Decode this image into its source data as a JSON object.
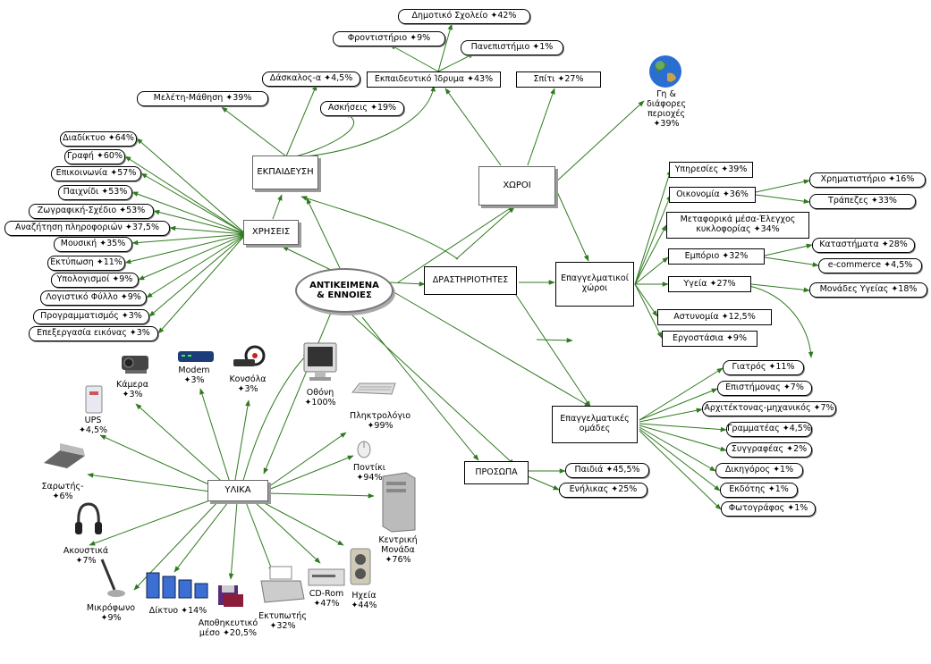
{
  "center": {
    "line1": "ΑΝΤΙΚΕΙΜΕΝΑ",
    "line2": "& ΕΝΝΟΙΕΣ"
  },
  "hubs": {
    "ekpaideusi": "ΕΚΠΑΙΔΕΥΣΗ",
    "xriseis": "ΧΡΗΣΕΙΣ",
    "xoroi": "ΧΩΡΟΙ",
    "drastiriotites": "ΔΡΑΣΤΗΡΙΟΤΗΤΕΣ",
    "ylika": "ΥΛΙΚΑ",
    "prosopa": "ΠΡΟΣΩΠΑ",
    "epag_xoroi_1": "Επαγγελματικοί",
    "epag_xoroi_2": "χώροι",
    "epag_omades_1": "Επαγγελματικές",
    "epag_omades_2": "ομάδες"
  },
  "education": {
    "dimotiko": "Δημοτικό Σχολείο ✦42%",
    "frontistirio": "Φροντιστήριο ✦9%",
    "panepistimio": "Πανεπιστήμιο ✦1%",
    "daskalos": "Δάσκαλος-α ✦4,5%",
    "idryma": "Εκπαιδευτικό Ίδρυμα ✦43%",
    "spiti": "Σπίτι ✦27%",
    "meleti": "Μελέτη-Μάθηση ✦39%",
    "askiseis": "Ασκήσεις ✦19%"
  },
  "globe": {
    "line1": "Γη &",
    "line2": "διάφορες",
    "line3": "περιοχές",
    "line4": "✦39%"
  },
  "uses": [
    "Διαδίκτυο ✦64%",
    "Γραφή ✦60%",
    "Επικοινωνία ✦57%",
    "Παιχνίδι ✦53%",
    "Ζωγραφική-Σχέδιο ✦53%",
    "Αναζήτηση πληροφοριών ✦37,5%",
    "Μουσική ✦35%",
    "Εκτύπωση ✦11%",
    "Υπολογισμοί ✦9%",
    "Λογιστικό Φύλλο ✦9%",
    "Προγραμματισμός ✦3%",
    "Επεξεργασία εικόνας ✦3%"
  ],
  "places": {
    "ypiresies": "Υπηρεσίες ✦39%",
    "oikonomia": "Οικονομία ✦36%",
    "xrimatistirio": "Χρηματιστήριο ✦16%",
    "trapezes": "Τράπεζες ✦33%",
    "metaforika_1": "Μεταφορικά μέσα-Έλεγχος",
    "metaforika_2": "κυκλοφορίας ✦34%",
    "emporio": "Εμπόριο ✦32%",
    "katastimata": "Καταστήματα ✦28%",
    "ecommerce": "e-commerce ✦4,5%",
    "ygeia": "Υγεία ✦27%",
    "monades": "Μονάδες Υγείας ✦18%",
    "astynomia": "Αστυνομία ✦12,5%",
    "ergostasia": "Εργοστάσια ✦9%"
  },
  "professions": [
    "Γιατρός ✦11%",
    "Επιστήμονας ✦7%",
    "Αρχιτέκτονας-μηχανικός ✦7%",
    "Γραμματέας ✦4,5%",
    "Συγγραφέας ✦2%",
    "Δικηγόρος ✦1%",
    "Εκδότης ✦1%",
    "Φωτογράφος ✦1%"
  ],
  "persons": {
    "paidia": "Παιδιά ✦45,5%",
    "enilikas": "Ενήλικας ✦25%"
  },
  "materials": {
    "kamera": {
      "a": "Κάμερα",
      "b": "✦3%"
    },
    "modem": {
      "a": "Modem",
      "b": "✦3%"
    },
    "konsola": {
      "a": "Κονσόλα",
      "b": "✦3%"
    },
    "othoni": {
      "a": "Οθόνη",
      "b": "✦100%"
    },
    "plikt": {
      "a": "Πληκτρολόγιο",
      "b": "✦99%"
    },
    "pontiki": {
      "a": "Ποντίκι",
      "b": "✦94%"
    },
    "kentriki": {
      "a": "Κεντρική",
      "b": "Μονάδα",
      "c": "✦76%"
    },
    "ups": {
      "a": "UPS",
      "b": "✦4,5%"
    },
    "sarotis": {
      "a": "Σαρωτής-",
      "b": "✦6%"
    },
    "akoustika": {
      "a": "Ακουστικά",
      "b": "✦7%"
    },
    "mikrofono": {
      "a": "Μικρόφωνο",
      "b": "✦9%"
    },
    "diktyo": "Δίκτυο ✦14%",
    "apothikeutiko": {
      "a": "Αποθηκευτικό",
      "b": "μέσο ✦20,5%"
    },
    "ektypotis": {
      "a": "Εκτυπωτής",
      "b": "✦32%"
    },
    "cdrom": {
      "a": "CD-Rom",
      "b": "✦47%"
    },
    "ixeia": {
      "a": "Ηχεία",
      "b": "✦44%"
    }
  },
  "colors": {
    "edge": "#2f7a1f",
    "hubShadow": "#9a9a9a"
  }
}
